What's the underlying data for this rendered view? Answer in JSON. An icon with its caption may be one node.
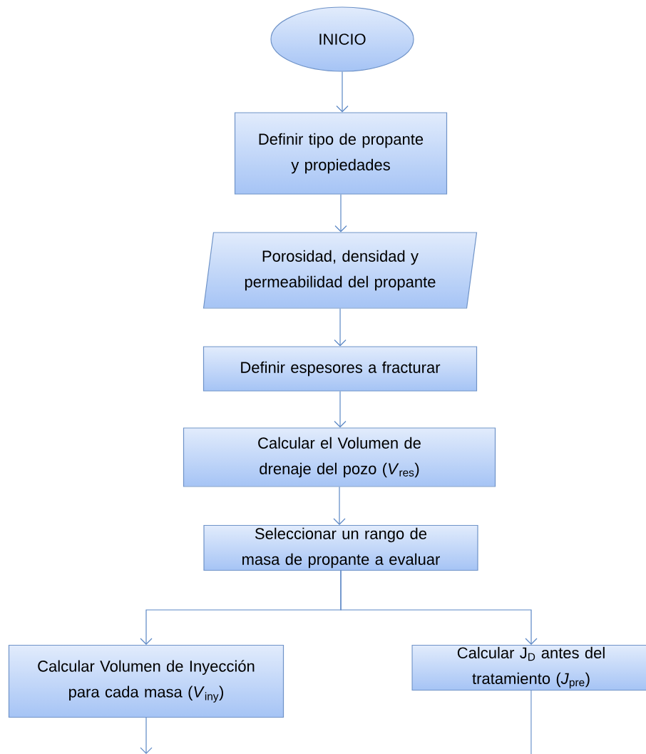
{
  "diagram": {
    "nodes": [
      {
        "text": [
          "INICIO"
        ]
      },
      {
        "text": [
          "Definir tipo de propante y propiedades"
        ]
      },
      {
        "text": [
          "Porosidad, densidad y permeabilidad del propante"
        ]
      },
      {
        "text": [
          "Definir espesores a fracturar"
        ]
      },
      {
        "text": [
          "Calcular el Volumen de drenaje del pozo (*V*$_{res}$)"
        ]
      },
      {
        "text": [
          "Seleccionar un rango de masa de propante a evaluar"
        ]
      },
      {
        "text": [
          "Calcular Volumen de Inyección para cada masa (*V*$_{iny}$)"
        ]
      },
      {
        "text": [
          "Calcular J$_{D}$ antes del tratamiento (*J*$_{pre}$)"
        ]
      }
    ],
    "edges": [
      {
        "from": 0,
        "to": 1,
        "arrow": "to"
      },
      {
        "from": 1,
        "to": 2,
        "arrow": "to"
      },
      {
        "from": 2,
        "to": 3,
        "arrow": "to"
      },
      {
        "from": 3,
        "to": 4,
        "arrow": "to"
      },
      {
        "from": 4,
        "to": 5,
        "arrow": "to"
      },
      {
        "from": 5,
        "to": 6,
        "arrow": "to"
      },
      {
        "from": 5,
        "to": 7,
        "arrow": "to"
      },
      {
        "from": 6,
        "to": null,
        "arrow": "to"
      },
      {
        "from": 7,
        "to": null,
        "arrow": "none"
      }
    ]
  }
}
